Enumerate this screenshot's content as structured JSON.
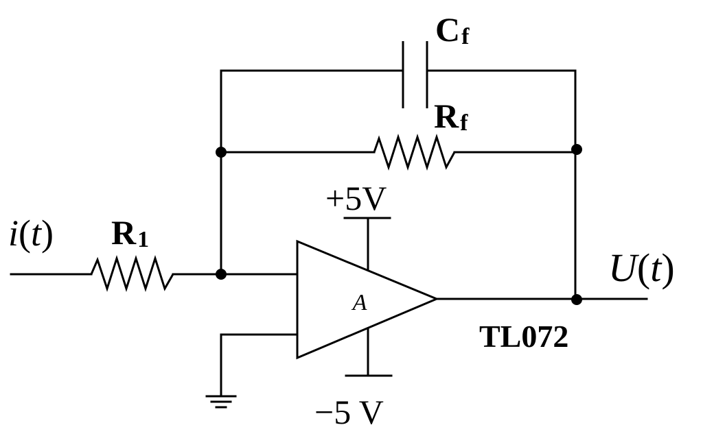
{
  "labels": {
    "cap_main": "C",
    "cap_sub": "f",
    "rf_main": "R",
    "rf_sub": "f",
    "r1_main": "R",
    "r1_sub": "1",
    "input_fn": "i",
    "input_var": "t",
    "output_fn": "U",
    "output_var": "t",
    "pos_supply": "+5V",
    "neg_supply": "−5 V",
    "opamp_label": "A",
    "chip": "TL072"
  }
}
